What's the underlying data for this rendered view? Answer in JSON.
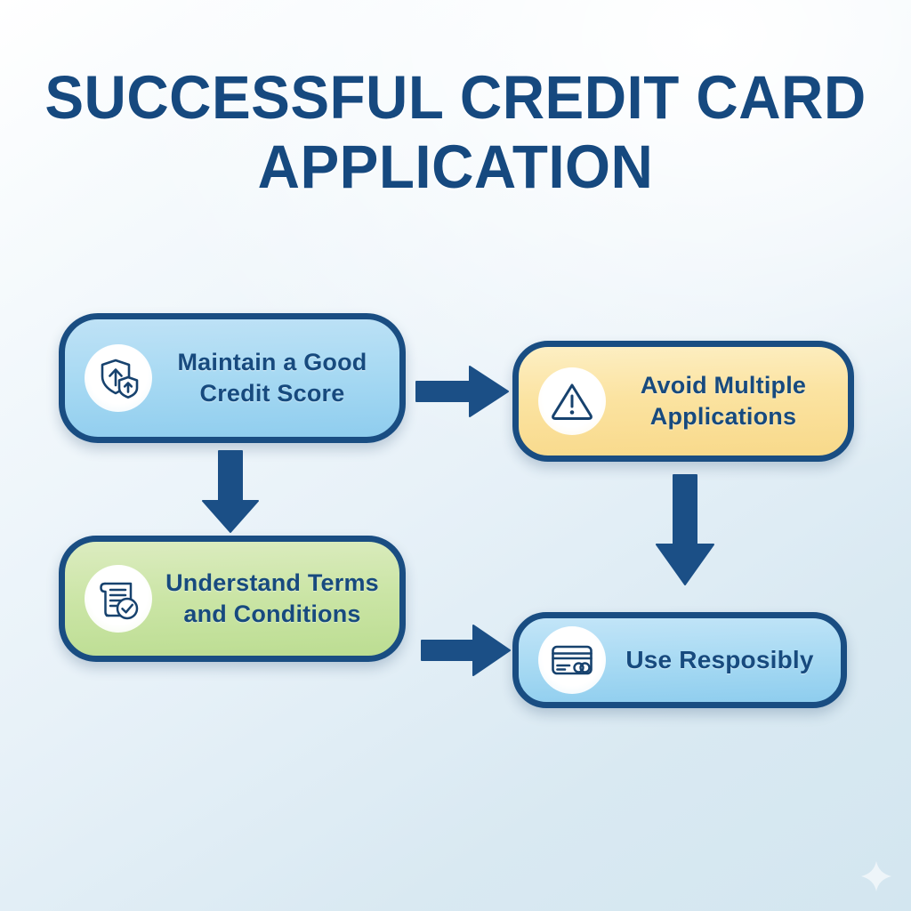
{
  "title": {
    "line1": "SUCCESSFUL CREDIT CARD",
    "line2": "APPLICATION",
    "color": "#16497f"
  },
  "theme": {
    "border_color": "#194d82",
    "text_color": "#174a7e",
    "arrow_color": "#1b4f86",
    "background_top": "#ffffff",
    "background_bottom": "#d3e6f0"
  },
  "nodes": [
    {
      "id": "node-1",
      "label": "Maintain a Good\nCredit Score",
      "icon": "shield-up-arrow-icon",
      "fill": "#a9daf3",
      "fill_name": "light-blue"
    },
    {
      "id": "node-2",
      "label": "Avoid Multiple\nApplications",
      "icon": "warning-triangle-icon",
      "fill": "#fbe3a1",
      "fill_name": "amber"
    },
    {
      "id": "node-3",
      "label": "Understand Terms\nand Conditions",
      "icon": "document-check-icon",
      "fill": "#cbe5a6",
      "fill_name": "green"
    },
    {
      "id": "node-4",
      "label": "Use Resposibly",
      "icon": "credit-card-icon",
      "fill": "#a8daf3",
      "fill_name": "light-blue"
    }
  ],
  "arrows": [
    {
      "id": "arrow-right-1",
      "direction": "right",
      "from": "node-1",
      "to": "node-2"
    },
    {
      "id": "arrow-down-1",
      "direction": "down",
      "from": "node-1",
      "to": "node-3"
    },
    {
      "id": "arrow-down-2",
      "direction": "down",
      "from": "node-2",
      "to": "node-4"
    },
    {
      "id": "arrow-right-2",
      "direction": "right",
      "from": "node-3",
      "to": "node-4"
    }
  ],
  "decoration": {
    "sparkle": "four-point-star-icon"
  },
  "chart_data": {
    "type": "diagram",
    "subtype": "flowchart",
    "title": "SUCCESSFUL CREDIT CARD APPLICATION",
    "nodes": [
      {
        "id": "node-1",
        "label": "Maintain a Good Credit Score",
        "color": "#a9daf3"
      },
      {
        "id": "node-2",
        "label": "Avoid Multiple Applications",
        "color": "#fbe3a1"
      },
      {
        "id": "node-3",
        "label": "Understand Terms and Conditions",
        "color": "#cbe5a6"
      },
      {
        "id": "node-4",
        "label": "Use Resposibly",
        "color": "#a8daf3"
      }
    ],
    "edges": [
      {
        "from": "node-1",
        "to": "node-2",
        "direction": "right"
      },
      {
        "from": "node-1",
        "to": "node-3",
        "direction": "down"
      },
      {
        "from": "node-2",
        "to": "node-4",
        "direction": "down"
      },
      {
        "from": "node-3",
        "to": "node-4",
        "direction": "right"
      }
    ]
  }
}
